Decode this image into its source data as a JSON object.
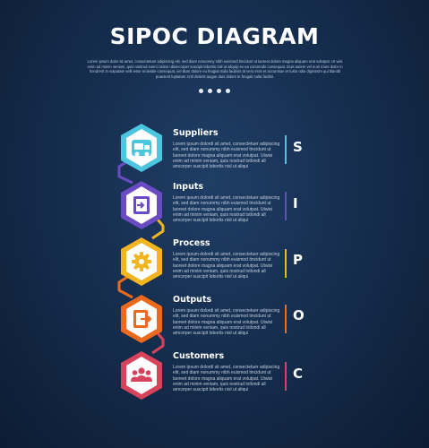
{
  "header": {
    "title": "SIPOC DIAGRAM",
    "intro": "Lorem ipsum dolor sit amet, consectetuer adipiscing elit, sed diam nonummy nibh euismod tincidunt ut laoreet dolore magna aliquam erat volutpat. Ut wisi enim ad minim veniam, quis nostrud exerci tation ullamcorper suscipit lobortis nisl ut aliquip ex ea commodo consequat. Duis autem vel eum iriure dolor in hendrerit in vulputate velit esse molestie consequat, vel illum dolore eu feugiat nulla facilisis at vero eros et accumsan et iusto odio dignissim qui blandit praesent luptatum zzril delenit augue duis dolore te feugait nulla facilisi."
  },
  "steps": [
    {
      "title": "Suppliers",
      "letter": "S",
      "icon": "truck-icon",
      "color": "#4cc6e0",
      "desc": "Lorem ipsum dolordi sit amet, consectetuer adipiscing elit, sed diam nonummy nibh euismod tincidunt ut laoreet dolore magna aliquam erat volutpat. Utwisi enim ad minim veniam, quis nostrud txtlondi all amcorper suscipit lobortis nisl ut aliqui"
    },
    {
      "title": "Inputs",
      "letter": "I",
      "icon": "input-icon",
      "color": "#6a4bc4",
      "desc": "Lorem ipsum dolordi sit amet, consectetuer adipiscing elit, sed diam nonummy nibh euismod tincidunt ut laoreet dolore magna aliquam erat volutpat. Utwisi enim ad minim veniam, quis nostrud txtlondi all amcorper suscipit lobortis nisl ut aliqui"
    },
    {
      "title": "Process",
      "letter": "P",
      "icon": "gear-icon",
      "color": "#f2b51f",
      "desc": "Lorem ipsum dolordi sit amet, consectetuer adipiscing elit, sed diam nonummy nibh euismod tincidunt ut laoreet dolore magna aliquam erat volutpat. Utwisi enim ad minim veniam, quis nostrud txtlondi all amcorper suscipit lobortis nisl ut aliqui"
    },
    {
      "title": "Outputs",
      "letter": "O",
      "icon": "output-icon",
      "color": "#ec6a1e",
      "desc": "Lorem ipsum dolordi sit amet, consectetuer adipiscing elit, sed diam nonummy nibh euismod tincidunt ut laoreet dolore magna aliquam erat volutpat. Utwisi enim ad minim veniam, quis nostrud txtlondi all amcorper suscipit lobortis nisl ut aliqui"
    },
    {
      "title": "Customers",
      "letter": "C",
      "icon": "people-icon",
      "color": "#d8435c",
      "desc": "Lorem ipsum dolordi sit amet, consectetuer adipiscing elit, sed diam nonummy nibh euismod tincidunt ut laoreet dolore magna aliquam erat volutpat. Utwisi enim ad minim veniam, quis nostrud txtlondi all amcorper suscipit lobortis nisl ut aliqui"
    }
  ]
}
